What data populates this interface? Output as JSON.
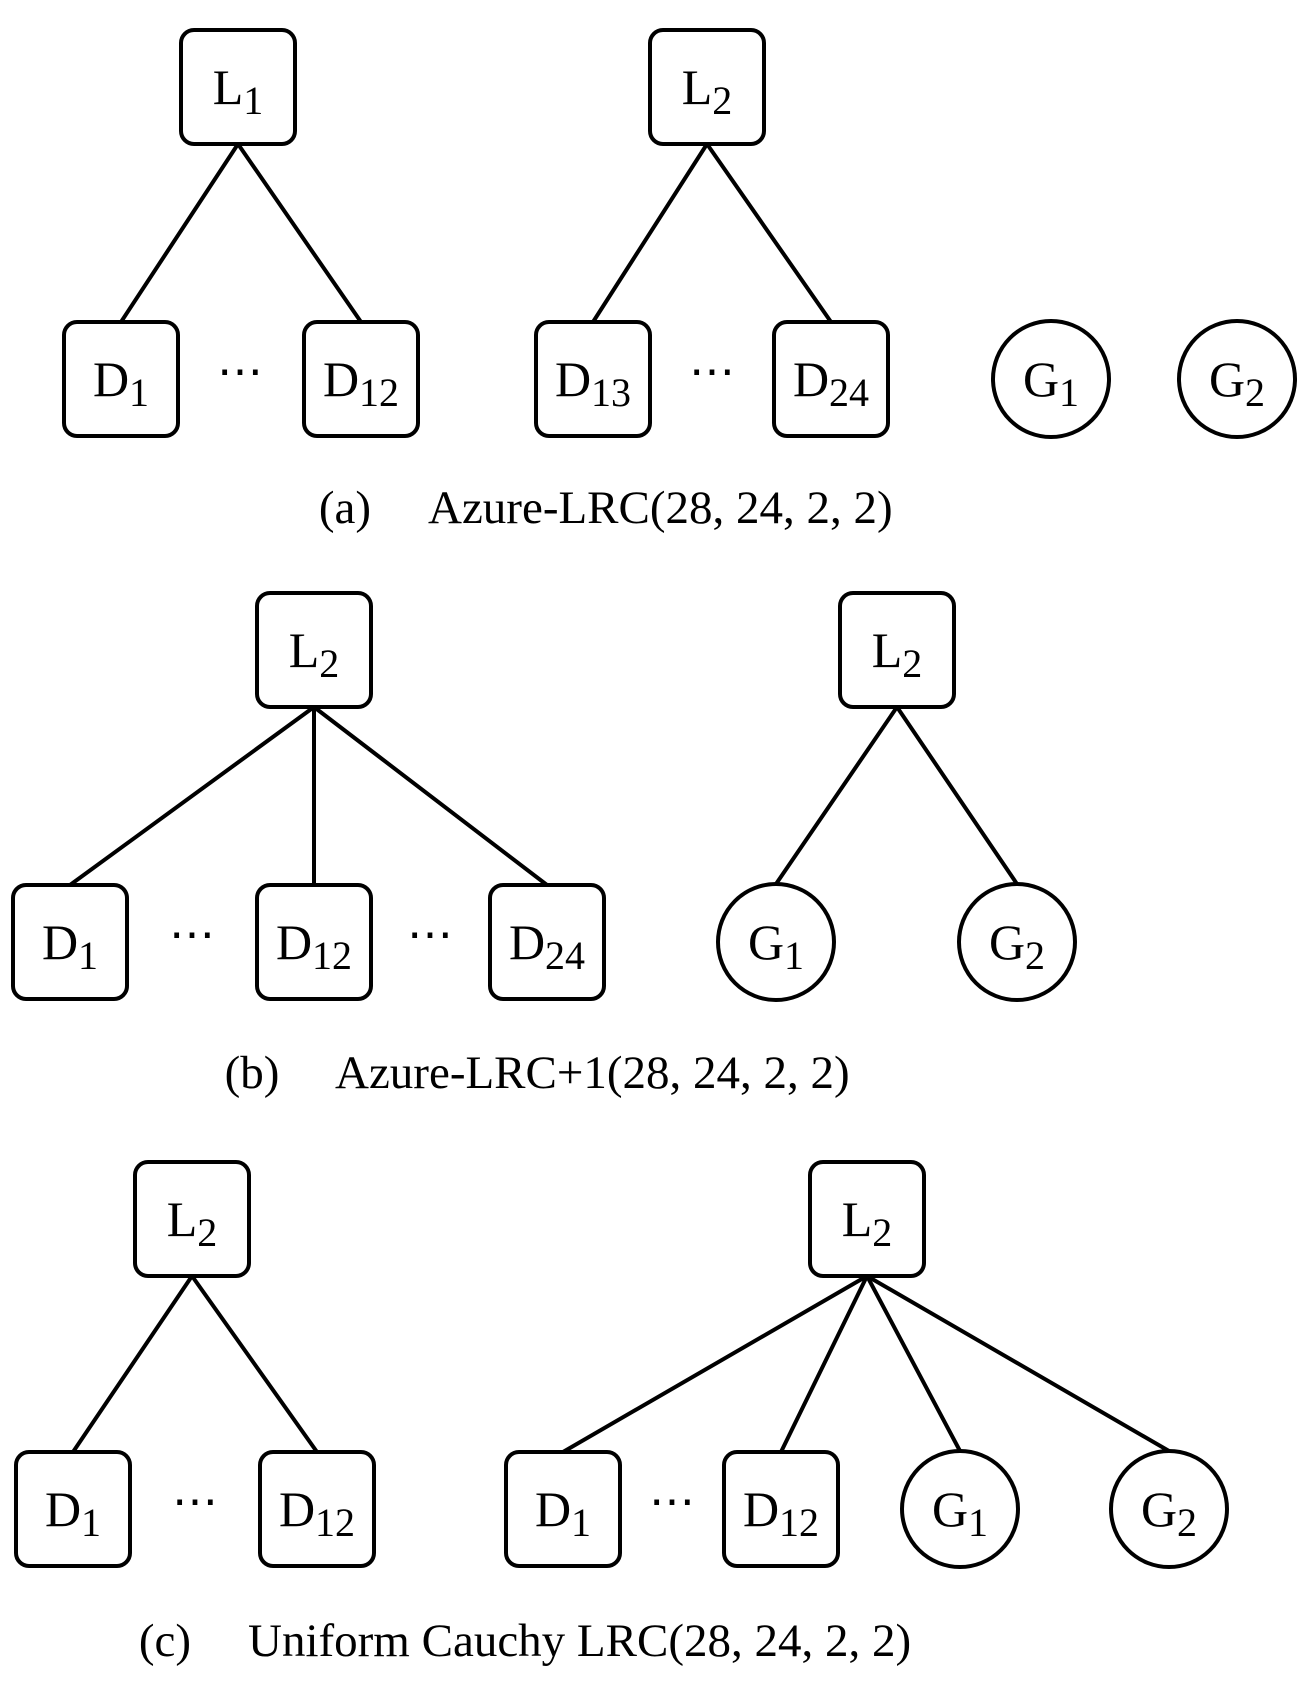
{
  "colors": {
    "stroke": "#000000",
    "background": "#ffffff",
    "text": "#000000"
  },
  "panels": [
    {
      "caption": {
        "tag": "(a)",
        "title": "Azure-LRC(28, 24, 2, 2)"
      },
      "nodes": [
        {
          "id": "a-l1",
          "shape": "square",
          "letter": "L",
          "sub": "1"
        },
        {
          "id": "a-l2",
          "shape": "square",
          "letter": "L",
          "sub": "2"
        },
        {
          "id": "a-d1",
          "shape": "square",
          "letter": "D",
          "sub": "1"
        },
        {
          "id": "a-d12",
          "shape": "square",
          "letter": "D",
          "sub": "12"
        },
        {
          "id": "a-d13",
          "shape": "square",
          "letter": "D",
          "sub": "13"
        },
        {
          "id": "a-d24",
          "shape": "square",
          "letter": "D",
          "sub": "24"
        },
        {
          "id": "a-g1",
          "shape": "circle",
          "letter": "G",
          "sub": "1"
        },
        {
          "id": "a-g2",
          "shape": "circle",
          "letter": "G",
          "sub": "2"
        }
      ],
      "edges": [
        [
          "a-l1",
          "a-d1"
        ],
        [
          "a-l1",
          "a-d12"
        ],
        [
          "a-l2",
          "a-d13"
        ],
        [
          "a-l2",
          "a-d24"
        ]
      ],
      "ellipses": [
        "⋯",
        "⋯"
      ]
    },
    {
      "caption": {
        "tag": "(b)",
        "title": "Azure-LRC+1(28, 24, 2, 2)"
      },
      "nodes": [
        {
          "id": "b-l2a",
          "shape": "square",
          "letter": "L",
          "sub": "2"
        },
        {
          "id": "b-l2b",
          "shape": "square",
          "letter": "L",
          "sub": "2"
        },
        {
          "id": "b-d1",
          "shape": "square",
          "letter": "D",
          "sub": "1"
        },
        {
          "id": "b-d12",
          "shape": "square",
          "letter": "D",
          "sub": "12"
        },
        {
          "id": "b-d24",
          "shape": "square",
          "letter": "D",
          "sub": "24"
        },
        {
          "id": "b-g1",
          "shape": "circle",
          "letter": "G",
          "sub": "1"
        },
        {
          "id": "b-g2",
          "shape": "circle",
          "letter": "G",
          "sub": "2"
        }
      ],
      "edges": [
        [
          "b-l2a",
          "b-d1"
        ],
        [
          "b-l2a",
          "b-d12"
        ],
        [
          "b-l2a",
          "b-d24"
        ],
        [
          "b-l2b",
          "b-g1"
        ],
        [
          "b-l2b",
          "b-g2"
        ]
      ],
      "ellipses": [
        "⋯",
        "⋯"
      ]
    },
    {
      "caption": {
        "tag": "(c)",
        "title": "Uniform Cauchy LRC(28, 24, 2, 2)"
      },
      "nodes": [
        {
          "id": "c-l2a",
          "shape": "square",
          "letter": "L",
          "sub": "2"
        },
        {
          "id": "c-l2b",
          "shape": "square",
          "letter": "L",
          "sub": "2"
        },
        {
          "id": "c-d1a",
          "shape": "square",
          "letter": "D",
          "sub": "1"
        },
        {
          "id": "c-d12a",
          "shape": "square",
          "letter": "D",
          "sub": "12"
        },
        {
          "id": "c-d1b",
          "shape": "square",
          "letter": "D",
          "sub": "1"
        },
        {
          "id": "c-d12b",
          "shape": "square",
          "letter": "D",
          "sub": "12"
        },
        {
          "id": "c-g1",
          "shape": "circle",
          "letter": "G",
          "sub": "1"
        },
        {
          "id": "c-g2",
          "shape": "circle",
          "letter": "G",
          "sub": "2"
        }
      ],
      "edges": [
        [
          "c-l2a",
          "c-d1a"
        ],
        [
          "c-l2a",
          "c-d12a"
        ],
        [
          "c-l2b",
          "c-d1b"
        ],
        [
          "c-l2b",
          "c-d12b"
        ],
        [
          "c-l2b",
          "c-g1"
        ],
        [
          "c-l2b",
          "c-g2"
        ]
      ],
      "ellipses": [
        "⋯",
        "⋯"
      ]
    }
  ]
}
